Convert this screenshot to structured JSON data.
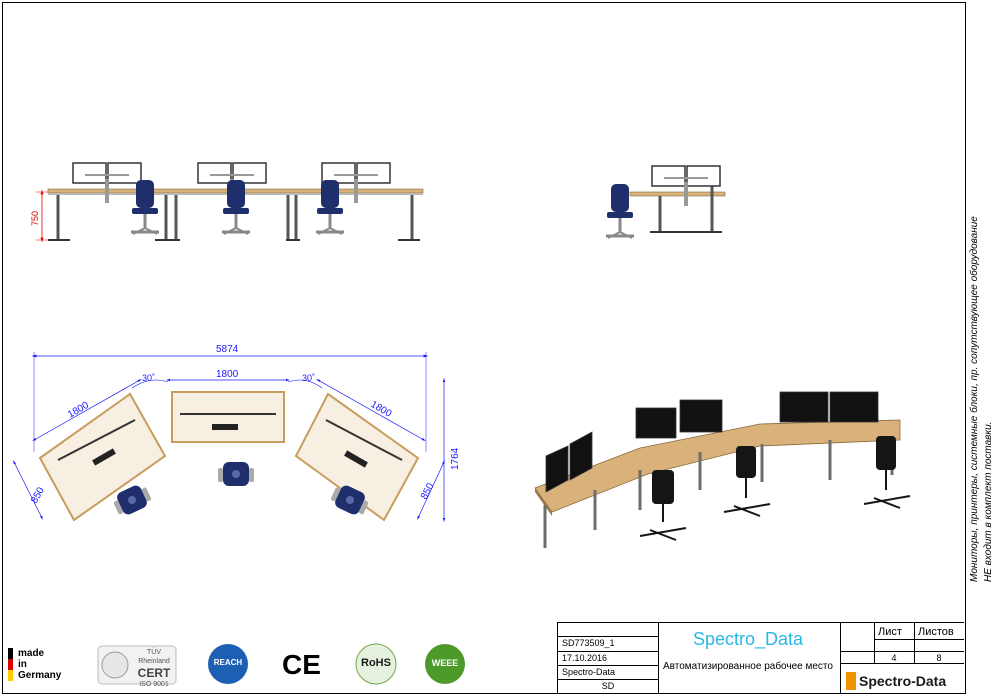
{
  "side_note": {
    "line1": "Мониторы, принтеры, системные блоки, пр. сопутствующее оборудование",
    "line2": "НЕ входит в комплект поставки."
  },
  "dimensions": {
    "height": "750",
    "overall_width": "5874",
    "segment_left": "1800",
    "segment_middle": "1800",
    "segment_right": "1800",
    "angle_left": "30˚",
    "angle_right": "30˚",
    "depth_left": "850",
    "depth_right": "850",
    "overall_depth": "1764"
  },
  "title_block": {
    "doc_number": "SD773509_1",
    "date": "17.10.2016",
    "company": "Spectro-Data",
    "code": "SD",
    "brand": "Spectro_Data",
    "title": "Автоматизированное рабочее место",
    "sheet_label": "Лист",
    "sheets_label": "Листов",
    "sheet": "4",
    "sheets": "8",
    "logo_text": "Spectro-Data"
  },
  "logos": {
    "made_line1": "made",
    "made_line2": "in",
    "made_line3": "Germany",
    "cert_top": "TÜV Rheinland",
    "cert": "CERT",
    "cert_iso": "ISO 9001",
    "reach": "REACH",
    "ce": "CE",
    "rohs": "RoHS",
    "weee": "WEEE"
  },
  "colors": {
    "dimension_blue": "#1a1aff",
    "dimension_red": "#d90000",
    "brand_cyan": "#29b7e6",
    "brand_orange": "#f39200",
    "desk_top": "#d8b27a",
    "chair_blue": "#1f2f6b",
    "frame_gray": "#7a7a7a"
  }
}
